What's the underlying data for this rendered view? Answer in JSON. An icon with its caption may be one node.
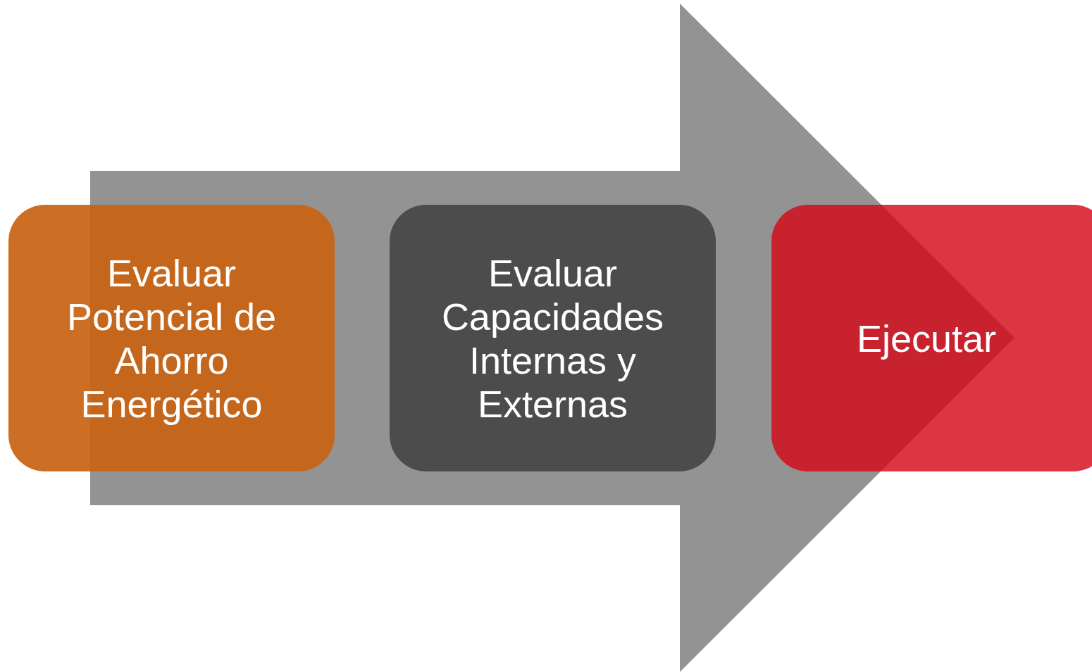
{
  "diagram": {
    "nodes": [
      {
        "text": [
          "Evaluar Potencial de Ahorro Energético"
        ]
      },
      {
        "text": [
          "Evaluar Capacidades Internas y Externas"
        ]
      },
      {
        "text": [
          "Ejecutar"
        ]
      }
    ],
    "edges": [
      {
        "from": 0,
        "to": 2,
        "arrow": "to"
      }
    ]
  }
}
